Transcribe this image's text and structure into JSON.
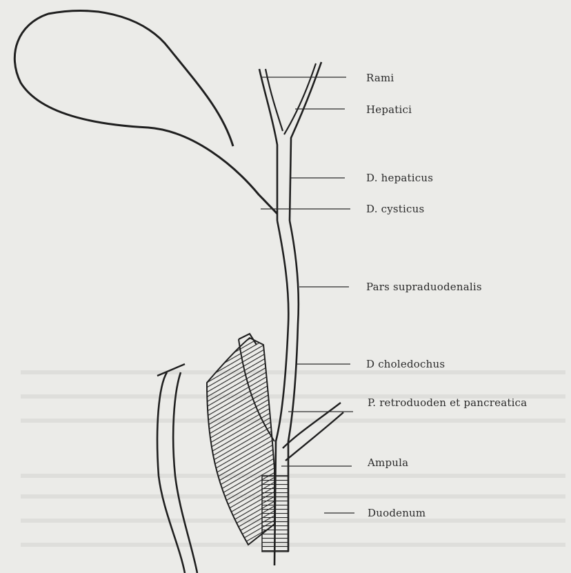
{
  "labels": {
    "rami": "Rami",
    "hepatici": "Hepatici",
    "d_hepaticus": "D. hepaticus",
    "d_cysticus": "D. cysticus",
    "pars_supraduodenalis": "Pars supraduodenalis",
    "d_choledochus": "D choledochus",
    "p_retroduoden": "P. retroduoden et pancreatica",
    "ampula": "Ampula",
    "duodenum": "Duodenum"
  },
  "colors": {
    "paper": "#ebebe8",
    "ink": "#2a2a2a"
  }
}
